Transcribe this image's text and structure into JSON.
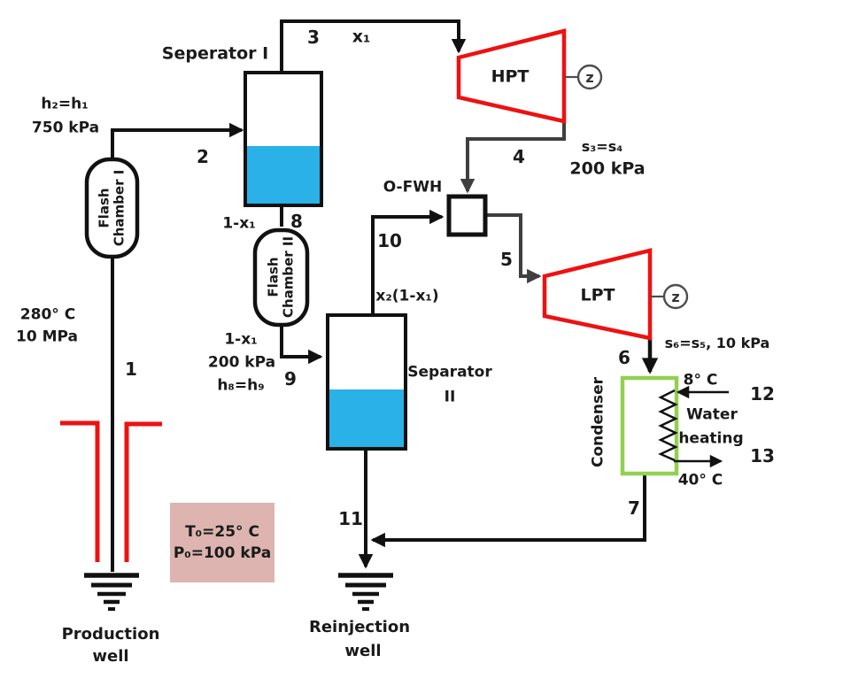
{
  "colors": {
    "liquid_blue": "#29b1e8",
    "turbine_red": "#ee1111",
    "condenser_green": "#92d050",
    "note_pink": "#ddb4af",
    "pipe_gray": "#3f3f3f",
    "pipe_black": "#111111"
  },
  "components": {
    "separator1": "Seperator I",
    "separator2_line1": "Separator",
    "separator2_line2": "II",
    "flash1_line1": "Flash",
    "flash1_line2": "Chamber I",
    "flash2_line1": "Flash",
    "flash2_line2": "Chamber II",
    "hpt": "HPT",
    "lpt": "LPT",
    "ofwh": "O-FWH",
    "condenser": "Condenser",
    "generator_symbol": "z"
  },
  "streams": {
    "n1": "1",
    "n2": "2",
    "n3": "3",
    "n4": "4",
    "n5": "5",
    "n6": "6",
    "n7": "7",
    "n8": "8",
    "n9": "9",
    "n10": "10",
    "n11": "11",
    "n12": "12",
    "n13": "13"
  },
  "annotations": {
    "h2h1": "h₂=h₁",
    "p750": "750 kPa",
    "t280": "280° C",
    "p10mpa": "10 MPa",
    "x1": "x₁",
    "one_minus_x1_top": "1-x₁",
    "one_minus_x1_bottom": "1-x₁",
    "p200_bottom": "200 kPa",
    "h8h9": "h₈=h₉",
    "x2_expr": "x₂(1-x₁)",
    "s3s4": "s₃=s₄",
    "p200_right": "200 kPa",
    "s6s5": "s₆=s₅, 10 kPa",
    "t8c": "8° C",
    "water_line1": "Water",
    "water_line2": "heating",
    "t40c": "40° C"
  },
  "note_box": {
    "line1": "T₀=25° C",
    "line2": "P₀=100 kPa"
  },
  "wells": {
    "production_line1": "Production",
    "production_line2": "well",
    "reinjection_line1": "Reinjection",
    "reinjection_line2": "well"
  }
}
